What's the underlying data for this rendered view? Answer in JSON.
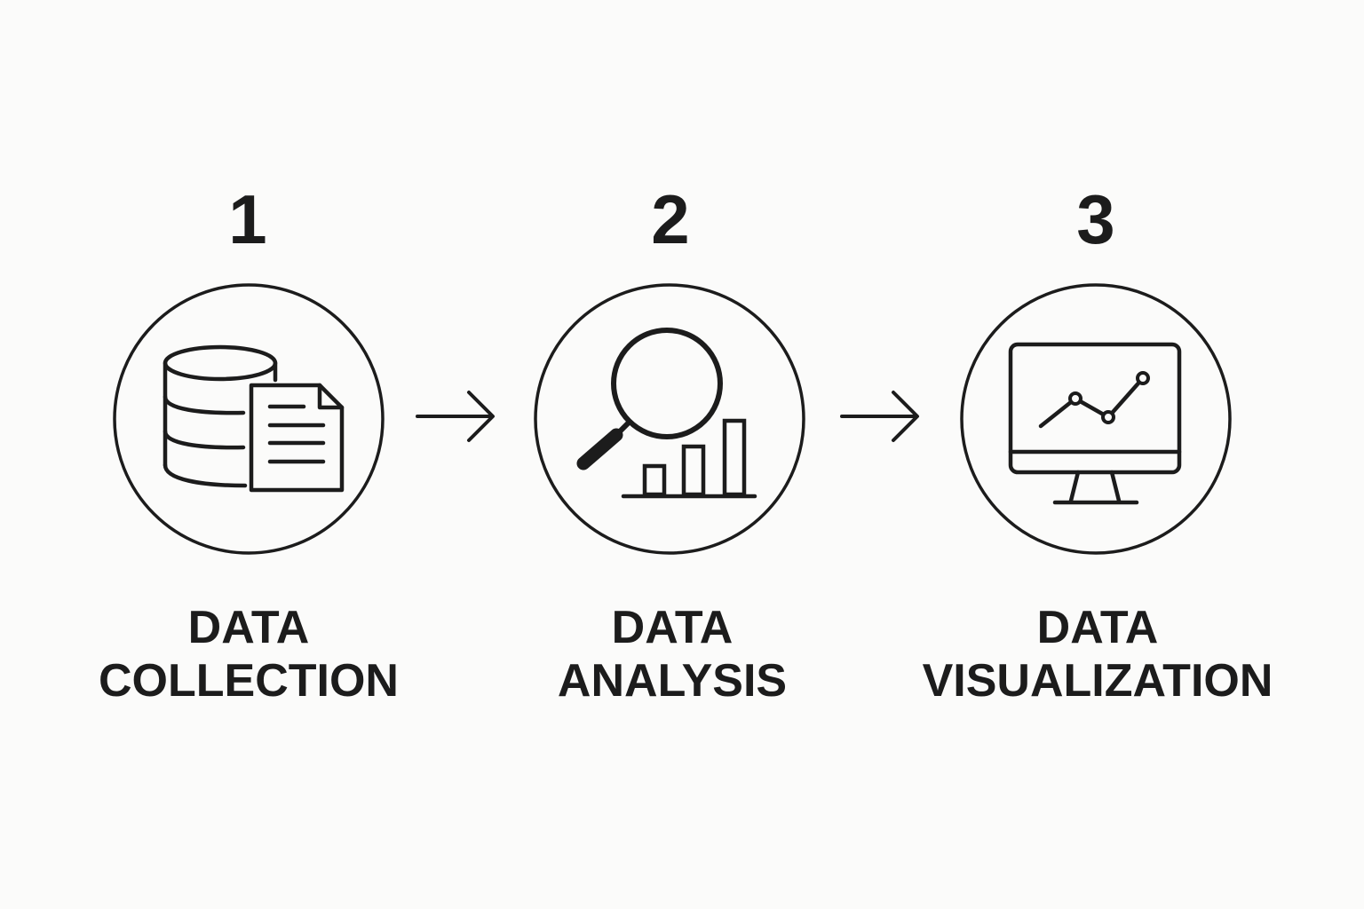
{
  "steps": [
    {
      "number": "1",
      "label_line1": "DATA",
      "label_line2": "COLLECTION",
      "icon": "database-document-icon"
    },
    {
      "number": "2",
      "label_line1": "DATA",
      "label_line2": "ANALYSIS",
      "icon": "magnifier-bar-chart-icon"
    },
    {
      "number": "3",
      "label_line1": "DATA",
      "label_line2": "VISUALIZATION",
      "icon": "monitor-line-chart-icon"
    }
  ],
  "connectors": [
    {
      "icon": "arrow-right-icon"
    },
    {
      "icon": "arrow-right-icon"
    }
  ],
  "colors": {
    "ink": "#1c1c1c",
    "background": "#fbfbfa"
  }
}
